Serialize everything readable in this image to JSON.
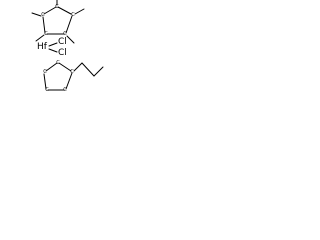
{
  "molecule": {
    "cp_star_carbon_label": "C",
    "cp_carbon_label": "C",
    "metal_label": "Hf",
    "chloride_labels": [
      "Cl",
      "Cl"
    ]
  },
  "colors": {
    "bond": "#000000",
    "text": "#000000",
    "background": "#ffffff"
  }
}
